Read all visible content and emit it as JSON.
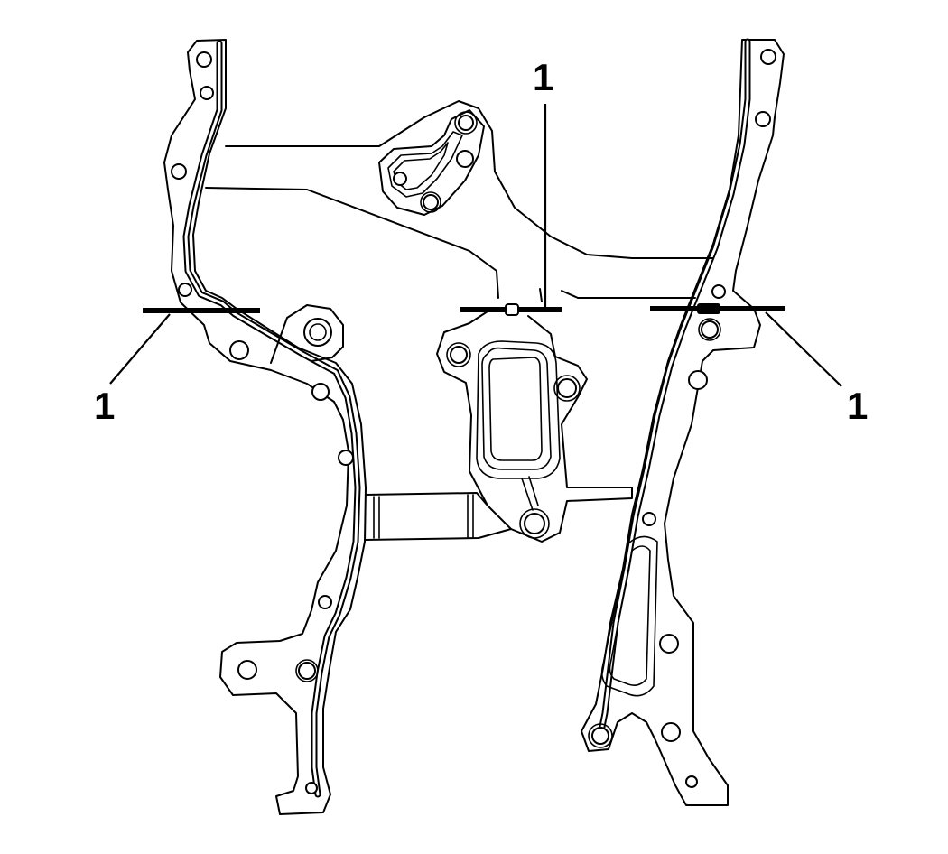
{
  "diagram": {
    "callouts": [
      {
        "id": "left",
        "label": "1"
      },
      {
        "id": "center",
        "label": "1"
      },
      {
        "id": "right",
        "label": "1"
      }
    ]
  }
}
